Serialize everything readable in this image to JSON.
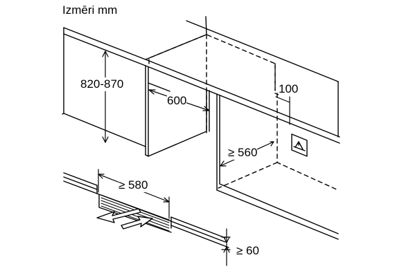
{
  "title": "Izmēri mm",
  "dimensions": {
    "height_range": "820-870",
    "depth": "600",
    "side_gap": "100",
    "inner_depth": "≥ 560",
    "vent_width": "≥ 580",
    "vent_height": "≥ 60"
  },
  "colors": {
    "line": "#000000",
    "background": "#ffffff"
  },
  "icons": [
    "socket-icon",
    "airflow-out-arrow-icon",
    "airflow-in-arrow-icon"
  ]
}
